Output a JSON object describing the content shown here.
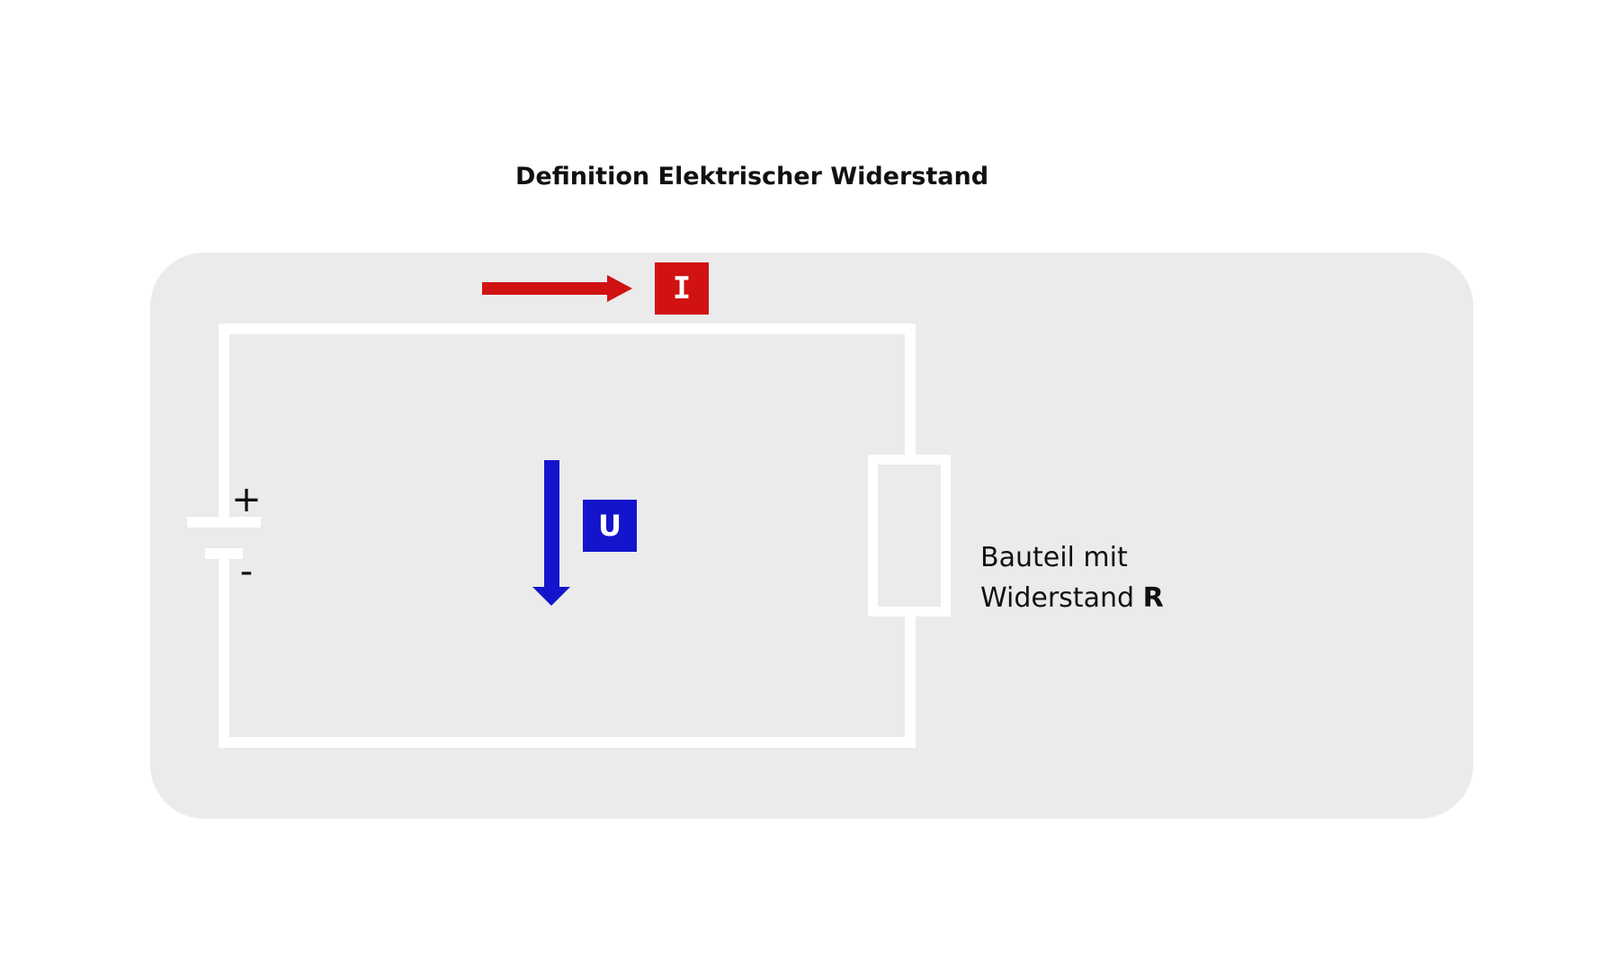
{
  "title": "Definition Elektrischer Widerstand",
  "circuit": {
    "current_label": "I",
    "voltage_label": "U",
    "battery_plus": "+",
    "battery_minus": "-",
    "resistor_caption": {
      "line1": "Bauteil mit",
      "line2_text": "Widerstand",
      "line2_symbol": "R"
    }
  },
  "colors": {
    "red": "#D01212",
    "blue": "#1414CC",
    "panel": "#EBEBEB",
    "wire": "#FFFFFF",
    "ink": "#111111"
  }
}
